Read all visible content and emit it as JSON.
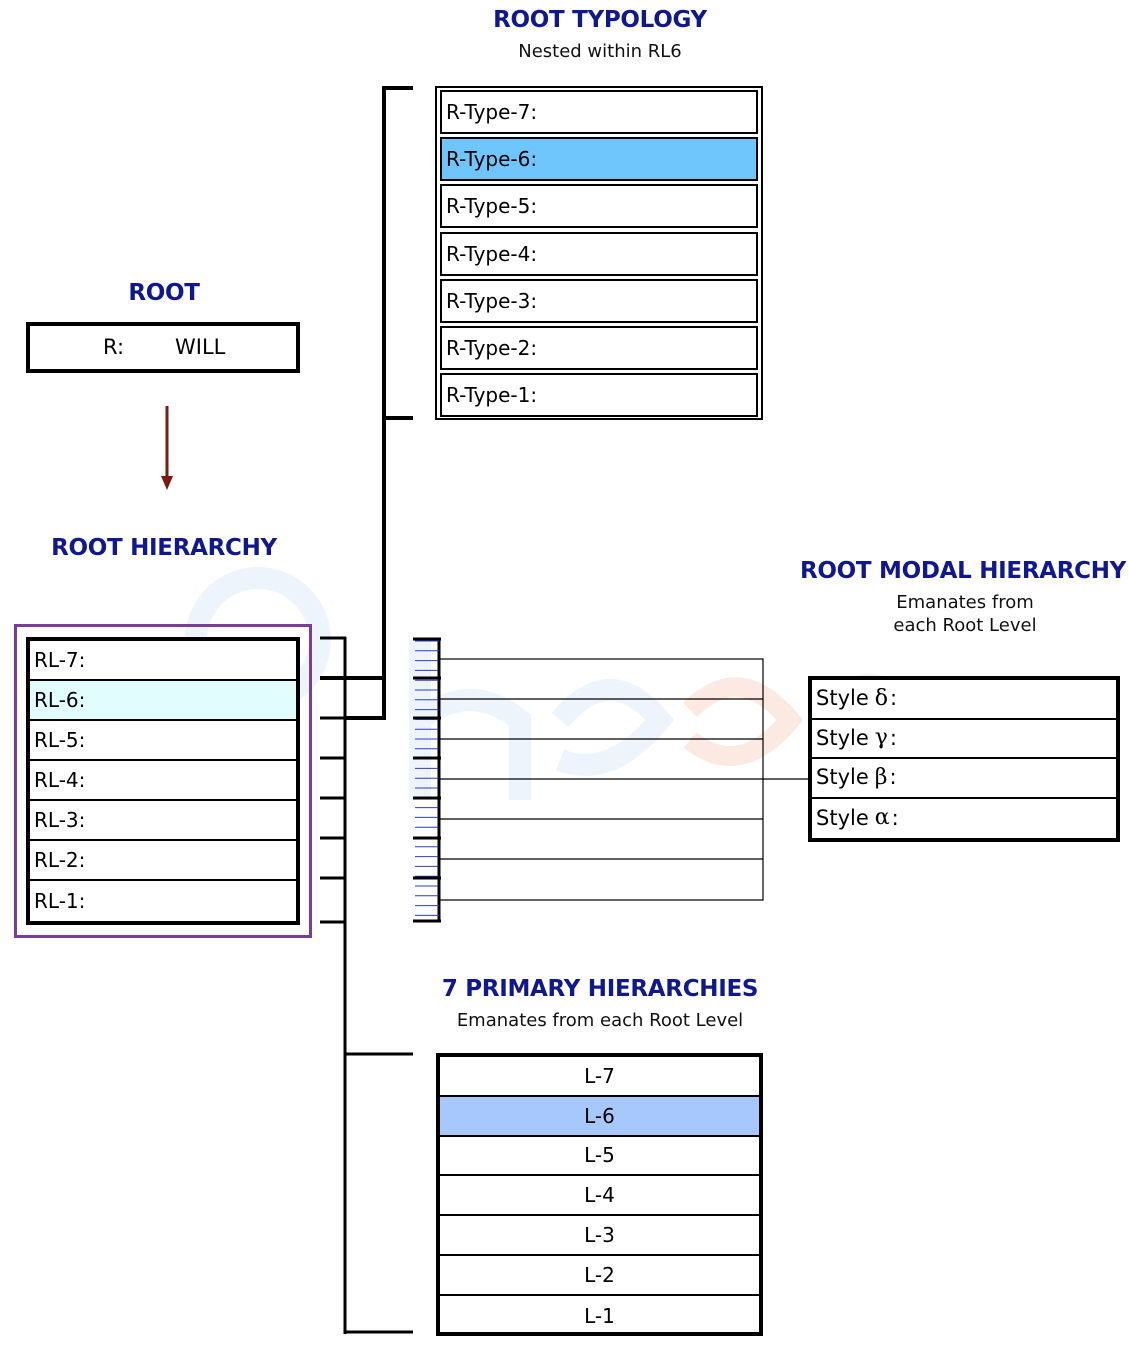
{
  "root": {
    "heading": "ROOT",
    "label": "R:",
    "value": "WILL"
  },
  "root_hierarchy": {
    "heading": "ROOT HIERARCHY",
    "levels": [
      "RL-7:",
      "RL-6:",
      "RL-5:",
      "RL-4:",
      "RL-3:",
      "RL-2:",
      "RL-1:"
    ],
    "highlight_index": 1,
    "highlight_color": "#e2fdfe",
    "frame_color": "#7a3d98"
  },
  "root_typology": {
    "heading": "ROOT TYPOLOGY",
    "subtitle": "Nested within RL6",
    "types": [
      "R-Type-7:",
      "R-Type-6:",
      "R-Type-5:",
      "R-Type-4:",
      "R-Type-3:",
      "R-Type-2:",
      "R-Type-1:"
    ],
    "highlight_index": 1,
    "highlight_color": "#6fc6fc"
  },
  "root_modal_hierarchy": {
    "heading": "ROOT MODAL HIERARCHY",
    "subtitle_line1": "Emanates from",
    "subtitle_line2": "each Root Level",
    "styles": [
      {
        "label": "Style",
        "greek": "δ",
        "suffix": ":"
      },
      {
        "label": "Style",
        "greek": "γ",
        "suffix": ":"
      },
      {
        "label": "Style",
        "greek": "β",
        "suffix": ":"
      },
      {
        "label": "Style",
        "greek": "α",
        "suffix": ":"
      }
    ]
  },
  "primary_hierarchies": {
    "heading": "7 PRIMARY HIERARCHIES",
    "subtitle": "Emanates from each Root Level",
    "levels": [
      "L-7",
      "L-6",
      "L-5",
      "L-4",
      "L-3",
      "L-2",
      "L-1"
    ],
    "highlight_index": 1,
    "highlight_color": "#a6c8fc"
  },
  "colors": {
    "heading": "#10188f",
    "arrow": "#7a1a10",
    "tick_blue": "#2a3ccf",
    "watermark": "#eef4fb",
    "watermark_accent": "#fbe9e2"
  }
}
